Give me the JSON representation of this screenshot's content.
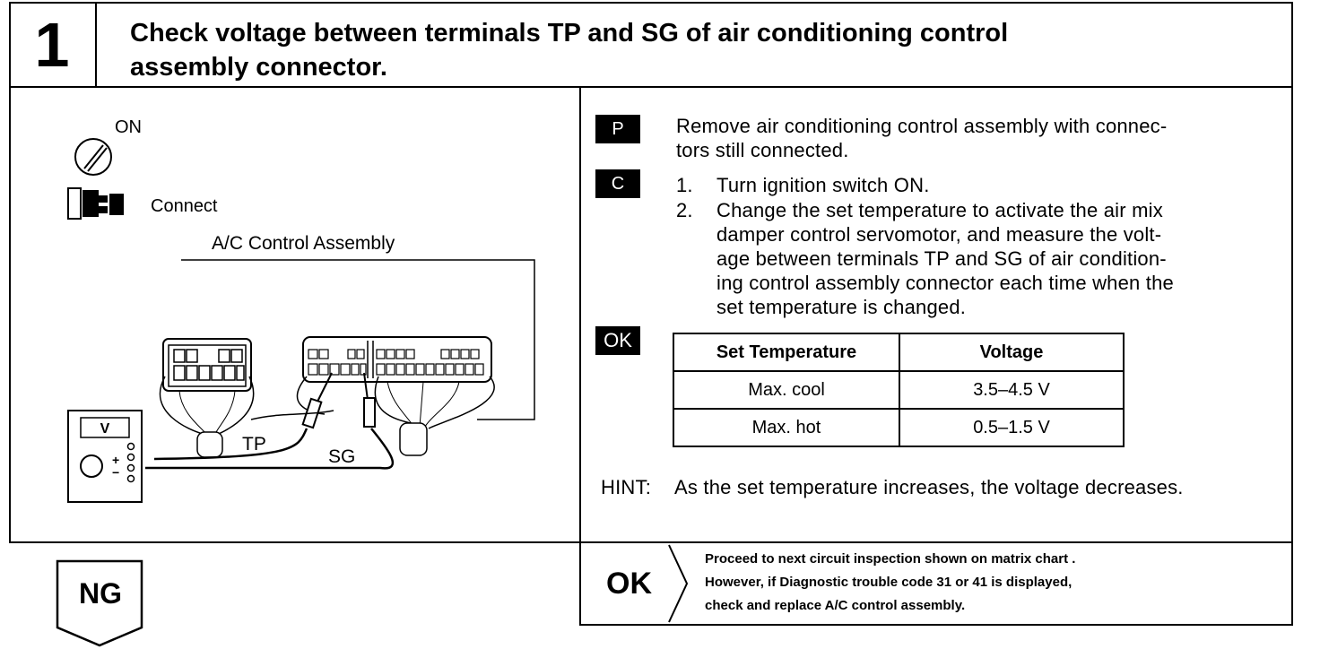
{
  "step": {
    "number": "1",
    "title_line1": "Check voltage between terminals TP and SG of air conditioning control",
    "title_line2": "assembly connector."
  },
  "diagram": {
    "ignition_label": "ON",
    "connector_label": "Connect",
    "assembly_label": "A/C Control Assembly",
    "meter_label": "V",
    "probe_tp_label": "TP",
    "probe_sg_label": "SG",
    "icons": [
      "ignition-switch-icon",
      "connector-icon",
      "voltmeter-icon"
    ]
  },
  "procedure": {
    "p_badge": "P",
    "p_text_line1": "Remove air conditioning control assembly with connec-",
    "p_text_line2": "tors still connected.",
    "c_badge": "C",
    "steps": [
      {
        "num": "1.",
        "lines": [
          "Turn ignition switch ON."
        ]
      },
      {
        "num": "2.",
        "lines": [
          "Change the set temperature to activate the air mix",
          "damper control servomotor, and measure the volt-",
          "age between terminals TP and SG of air condition-",
          "ing control assembly connector each time when the",
          "set temperature is changed."
        ]
      }
    ],
    "ok_badge": "OK",
    "table": {
      "headers": [
        "Set Temperature",
        "Voltage"
      ],
      "rows": [
        [
          "Max. cool",
          "3.5–4.5 V"
        ],
        [
          "Max. hot",
          "0.5–1.5 V"
        ]
      ]
    },
    "hint_label": "HINT:",
    "hint_text": "As the set temperature increases, the voltage decreases."
  },
  "result_ok": {
    "label": "OK",
    "line1": "Proceed to next circuit inspection shown on matrix chart .",
    "line2": "However, if Diagnostic trouble code 31 or 41 is displayed,",
    "line3": "check and replace A/C control assembly."
  },
  "result_ng": {
    "label": "NG"
  }
}
